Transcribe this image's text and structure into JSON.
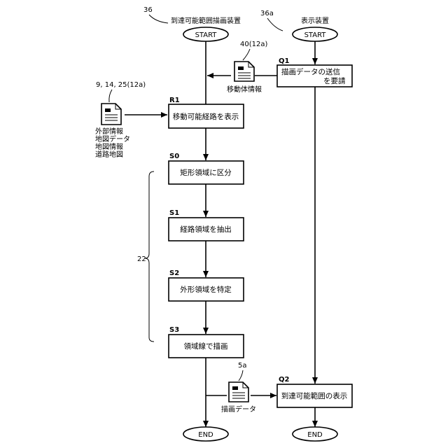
{
  "left_column": {
    "ref": "36",
    "title": "到達可能範囲描画装置",
    "start_label": "START",
    "end_label": "END"
  },
  "right_column": {
    "ref": "36a",
    "title": "表示装置",
    "start_label": "START",
    "end_label": "END"
  },
  "steps": {
    "q1": {
      "id": "Q1",
      "line1": "描画データの送信",
      "line2": "を要請"
    },
    "r1": {
      "id": "R1",
      "text": "移動可能経路を表示"
    },
    "s0": {
      "id": "S0",
      "text": "矩形領域に区分"
    },
    "s1": {
      "id": "S1",
      "text": "経路領域を抽出"
    },
    "s2": {
      "id": "S2",
      "text": "外形領域を特定"
    },
    "s3": {
      "id": "S3",
      "text": "領域線で描画"
    },
    "q2": {
      "id": "Q2",
      "text": "到達可能範囲の表示"
    }
  },
  "documents": {
    "mobile": {
      "ref": "40(12a)",
      "caption": "移動体情報"
    },
    "external": {
      "ref": "9, 14, 25(12a)",
      "lines": [
        "外部情報",
        "地図データ",
        "地図情報",
        "道路地図"
      ]
    },
    "drawing": {
      "ref": "5a",
      "caption": "描画データ"
    }
  },
  "bracket_label": "22"
}
